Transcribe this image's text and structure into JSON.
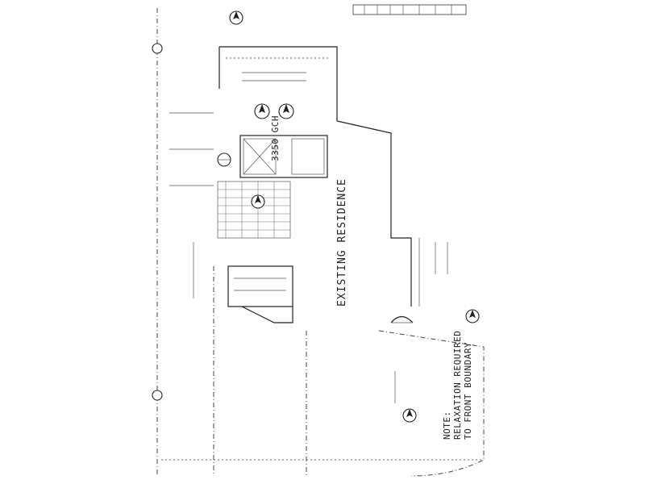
{
  "plan": {
    "main_label": "EXISTING RESIDENCE",
    "garage_label": "3350 GCH",
    "note_heading": "NOTE:",
    "note_line1": "RELAXATION REQUIRED",
    "note_line2": "TO FRONT BOUNDARY"
  },
  "title_block": {
    "text": ""
  },
  "legend_markers": [
    "north-arrow",
    "section-marker",
    "elevation-marker"
  ]
}
